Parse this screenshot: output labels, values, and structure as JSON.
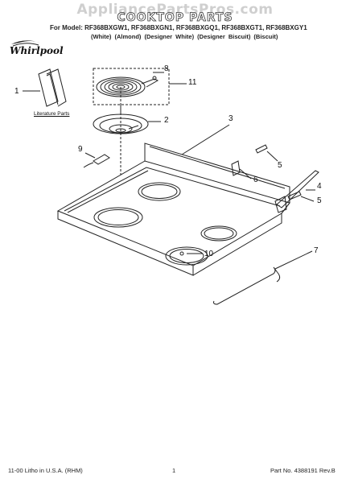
{
  "watermark": "AppliancePartsPros.com",
  "title": "COOKTOP PARTS",
  "models_line": "For Model: RF368BXGW1, RF368BXGN1, RF368BXGQ1, RF368BXGT1, RF368BXGY1",
  "colors_line": "(White)   (Almond)  (Designer White)  (Designer Biscuit)  (Biscuit)",
  "brand": "Whirlpool",
  "literature_label": "Literature Parts",
  "callouts": [
    "1",
    "2",
    "3",
    "4",
    "5",
    "5",
    "6",
    "7",
    "8",
    "9",
    "10",
    "11"
  ],
  "footer": {
    "left": "11-00 Litho in U.S.A. (RHM)",
    "center": "1",
    "right": "Part No. 4388191 Rev.B"
  }
}
